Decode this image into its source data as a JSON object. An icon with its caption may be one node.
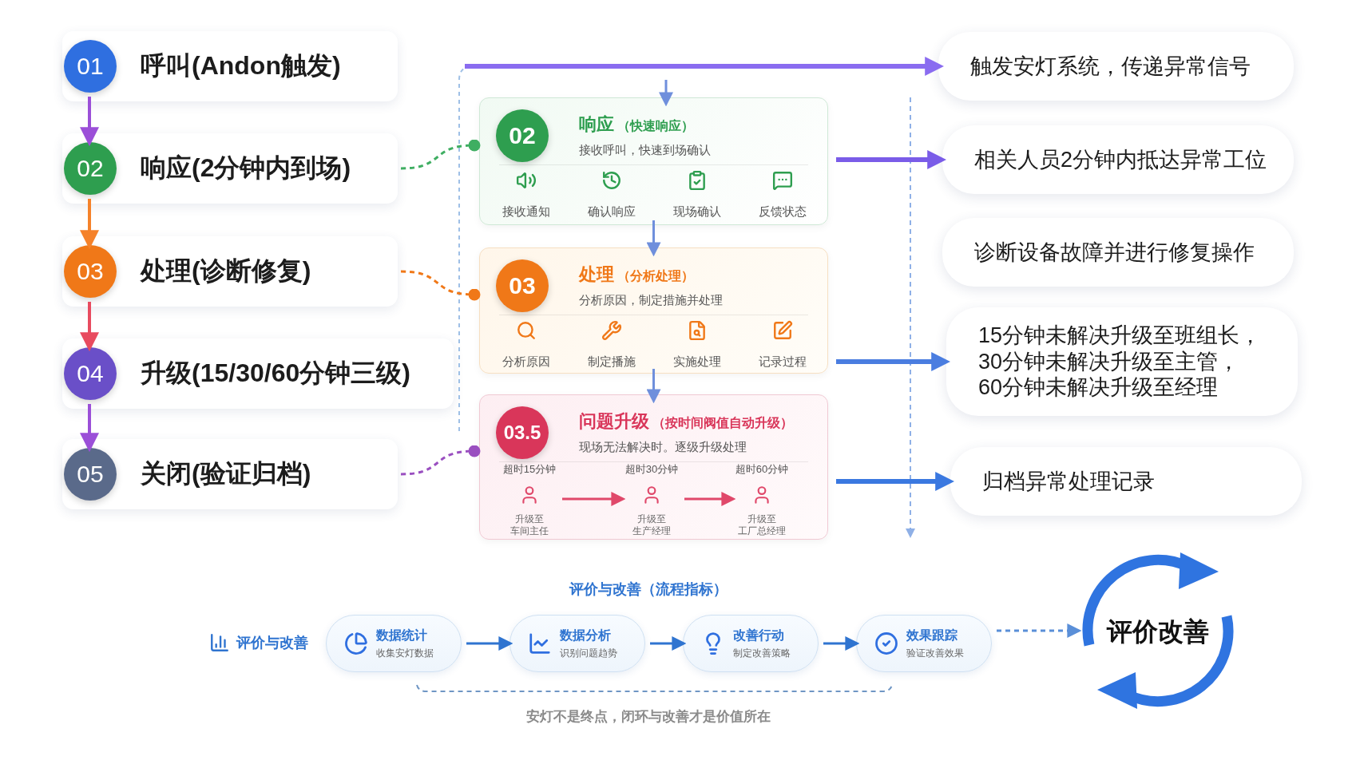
{
  "diagram": {
    "nodes": [
      {
        "text": [
          "01",
          "呼叫(Andon触发)"
        ]
      },
      {
        "text": [
          "02",
          "响应(2分钟内到场)"
        ]
      },
      {
        "text": [
          "03",
          "处理(诊断修复)"
        ]
      },
      {
        "text": [
          "04",
          "升级(15/30/60分钟三级)"
        ]
      },
      {
        "text": [
          "05",
          "关闭(验证归档)"
        ]
      },
      {
        "text": [
          "02",
          "响应",
          "（快速响应）",
          "接收呼叫，快速到场确认"
        ]
      },
      {
        "text": [
          "接收通知"
        ],
        "in": 5
      },
      {
        "text": [
          "确认响应"
        ],
        "in": 5
      },
      {
        "text": [
          "现场确认"
        ],
        "in": 5
      },
      {
        "text": [
          "反馈状态"
        ],
        "in": 5
      },
      {
        "text": [
          "03",
          "处理",
          "（分析处理）",
          "分析原因，制定措施并处理"
        ]
      },
      {
        "text": [
          "分析原因"
        ],
        "in": 10
      },
      {
        "text": [
          "制定播施"
        ],
        "in": 10
      },
      {
        "text": [
          "实施处理"
        ],
        "in": 10
      },
      {
        "text": [
          "记录过程"
        ],
        "in": 10
      },
      {
        "text": [
          "03.5",
          "问题升级",
          "（按时间阀值自动升级）",
          "现场无法解决时。逐级升级处理"
        ]
      },
      {
        "text": [
          "超时15分钟",
          "升级至",
          "车间主任"
        ],
        "in": 15
      },
      {
        "text": [
          "超时30分钟",
          "升级至",
          "生产经理"
        ],
        "in": 15
      },
      {
        "text": [
          "超时60分钟",
          "升级至",
          "工厂总经理"
        ],
        "in": 15
      },
      {
        "text": [
          "触发安灯系统，传递异常信号"
        ]
      },
      {
        "text": [
          "相关人员2分钟内抵达异常工位"
        ]
      },
      {
        "text": [
          "诊断设备故障并进行修复操作"
        ]
      },
      {
        "text": [
          "15分钟未解决升级至班组长，",
          "30分钟未解决升级至主管，",
          "60分钟未解决升级至经理"
        ]
      },
      {
        "text": [
          "归档异常处理记录"
        ]
      },
      {
        "text": [
          "评价与改善"
        ]
      },
      {
        "text": [
          "数据统计",
          "收集安灯数据"
        ]
      },
      {
        "text": [
          "数据分析",
          "识别问题趋势"
        ]
      },
      {
        "text": [
          "改善行动",
          "制定改善策略"
        ]
      },
      {
        "text": [
          "效果跟踪",
          "验证改善效果"
        ]
      },
      {
        "text": [
          "评价改善"
        ]
      }
    ],
    "edges": [
      {
        "from": 0,
        "to": 1,
        "arrow": "to",
        "color": "#9b4fd8"
      },
      {
        "from": 1,
        "to": 2,
        "arrow": "to",
        "color": "#f5822a"
      },
      {
        "from": 2,
        "to": 3,
        "arrow": "to",
        "color": "#e84b5f"
      },
      {
        "from": 3,
        "to": 4,
        "arrow": "to",
        "color": "#9b4fd8"
      },
      {
        "from": 1,
        "to": 5,
        "arrow": "other",
        "style": "dashed",
        "color": "#3fae62"
      },
      {
        "from": 2,
        "to": 10,
        "arrow": "other",
        "style": "dashed",
        "color": "#f07818"
      },
      {
        "from": 4,
        "to": 15,
        "arrow": "other",
        "style": "dashed",
        "color": "#9a4fc0"
      },
      {
        "from": null,
        "to": 19,
        "arrow": "to",
        "style": "thick",
        "color": "#8a6cf0"
      },
      {
        "from": null,
        "to": 5,
        "arrow": "to",
        "color": "#6f8fdc"
      },
      {
        "from": 5,
        "to": 10,
        "arrow": "to",
        "color": "#6f8fdc"
      },
      {
        "from": 10,
        "to": 15,
        "arrow": "to",
        "color": "#6f8fdc"
      },
      {
        "from": 5,
        "to": 20,
        "arrow": "to",
        "style": "thick",
        "color": "#7a5ce8"
      },
      {
        "from": 10,
        "to": 22,
        "arrow": "to",
        "style": "thick",
        "color": "#4a7de0"
      },
      {
        "from": 15,
        "to": 23,
        "arrow": "to",
        "style": "thick",
        "color": "#3a78e0"
      },
      {
        "from": 16,
        "to": 17,
        "arrow": "to",
        "color": "#e0486a"
      },
      {
        "from": 17,
        "to": 18,
        "arrow": "to",
        "color": "#e0486a"
      },
      {
        "from": 25,
        "to": 26,
        "arrow": "to",
        "color": "#2f74d0"
      },
      {
        "from": 26,
        "to": 27,
        "arrow": "to",
        "color": "#2f74d0"
      },
      {
        "from": 27,
        "to": 28,
        "arrow": "to",
        "color": "#2f74d0"
      },
      {
        "from": 28,
        "to": 29,
        "arrow": "to",
        "style": "dashed",
        "color": "#5a8fd8"
      }
    ],
    "labels": [
      "评价与改善（流程指标）",
      "安灯不是终点，闭环与改善才是价值所在"
    ]
  }
}
